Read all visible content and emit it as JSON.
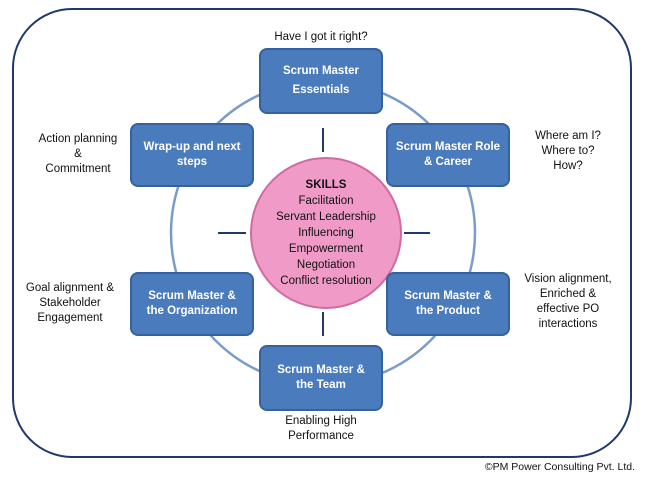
{
  "colors": {
    "node_fill": "#4a7bbd",
    "node_border": "#35629e",
    "ring": "#7b9cc6",
    "center_fill": "#f09bc7",
    "frame": "#1f3a6a"
  },
  "center": {
    "title": "SKILLS",
    "items": [
      "Facilitation",
      "Servant Leadership",
      "Influencing",
      "Empowerment",
      "Negotiation",
      "Conflict resolution"
    ]
  },
  "nodes": {
    "top": [
      "Scrum Master",
      "Essentials"
    ],
    "top_right": [
      "Scrum Master Role",
      "& Career"
    ],
    "bottom_right": [
      "Scrum Master &",
      "the Product"
    ],
    "bottom": [
      "Scrum Master &",
      "the Team"
    ],
    "bottom_left": [
      "Scrum Master &",
      "the Organization"
    ],
    "top_left": [
      "Wrap-up and next",
      "steps"
    ]
  },
  "notes": {
    "top": [
      "Have I got it right?"
    ],
    "top_right": [
      "Where am I?",
      "Where to?",
      "How?"
    ],
    "bottom_right": [
      "Vision alignment,",
      "Enriched &",
      "effective PO",
      "interactions"
    ],
    "bottom": [
      "Enabling High",
      "Performance"
    ],
    "bottom_left": [
      "Goal alignment &",
      "Stakeholder",
      "Engagement"
    ],
    "top_left": [
      "Action planning",
      "&",
      "Commitment"
    ]
  },
  "copyright": "©PM Power Consulting Pvt. Ltd."
}
